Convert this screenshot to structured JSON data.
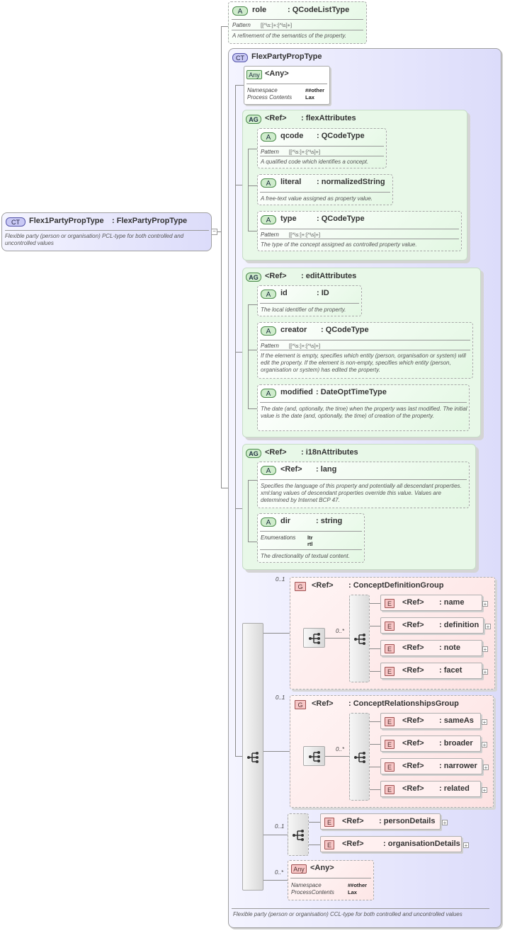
{
  "root": {
    "badge": "CT",
    "name": "Flex1PartyPropType",
    "type": ": FlexPartyPropType",
    "doc": "Flexible party (person or organisation) PCL-type for both controlled and uncontrolled values"
  },
  "role_attr": {
    "badge": "A",
    "name": "role",
    "type": ": QCodeListType",
    "pattern_label": "Pattern",
    "pattern": "[[^\\s:]+:[^\\s]+]",
    "doc": "A refinement of the semantics of the property."
  },
  "complex_type": {
    "badge": "CT",
    "name": "FlexPartyPropType",
    "doc": "Flexible party (person or organisation) CCL-type for both controlled and uncontrolled values"
  },
  "any_attr": {
    "badge": "Any",
    "name": "<Any>",
    "namespace_label": "Namespace",
    "namespace": "##other",
    "process_label": "Process Contents",
    "process": "Lax"
  },
  "flex_attributes": {
    "badge": "AG",
    "ref": "<Ref>",
    "name": ": flexAttributes",
    "qcode": {
      "badge": "A",
      "name": "qcode",
      "type": ": QCodeType",
      "pattern_label": "Pattern",
      "pattern": "[[^\\s:]+:[^\\s]+]",
      "doc": "A qualified code which identifies a concept."
    },
    "literal": {
      "badge": "A",
      "name": "literal",
      "type": ": normalizedString",
      "doc": "A free-text value assigned as property value."
    },
    "type": {
      "badge": "A",
      "name": "type",
      "type": ": QCodeType",
      "pattern_label": "Pattern",
      "pattern": "[[^\\s:]+:[^\\s]+]",
      "doc": "The type of the concept assigned as controlled property value."
    }
  },
  "edit_attributes": {
    "badge": "AG",
    "ref": "<Ref>",
    "name": ": editAttributes",
    "id": {
      "badge": "A",
      "name": "id",
      "type": ": ID",
      "doc": "The local identifier of the property."
    },
    "creator": {
      "badge": "A",
      "name": "creator",
      "type": ": QCodeType",
      "pattern_label": "Pattern",
      "pattern": "[[^\\s:]+:[^\\s]+]",
      "doc": "If the element is empty, specifies which entity (person, organisation or system) will edit the property. If the element is non-empty, specifies which entity (person, organisation or system) has edited the property."
    },
    "modified": {
      "badge": "A",
      "name": "modified",
      "type": ": DateOptTimeType",
      "doc": "The date (and, optionally, the time) when the property was last modified. The initial value is the date (and, optionally, the time) of creation of the property."
    }
  },
  "i18n_attributes": {
    "badge": "AG",
    "ref": "<Ref>",
    "name": ": i18nAttributes",
    "lang": {
      "badge": "A",
      "name": "<Ref>",
      "type": ": lang",
      "doc": "Specifies the language of this property and potentially all descendant properties. xml:lang values of descendant properties override this value. Values are determined by Internet BCP 47."
    },
    "dir": {
      "badge": "A",
      "name": "dir",
      "type": ": string",
      "enum_label": "Enumerations",
      "enum1": "ltr",
      "enum2": "rtl",
      "doc": "The directionality of textual content."
    }
  },
  "concept_definition_group": {
    "occurs": "0..1",
    "badge": "G",
    "ref": "<Ref>",
    "name": ": ConceptDefinitionGroup",
    "inner_occurs": "0..*",
    "elements": [
      {
        "badge": "E",
        "ref": "<Ref>",
        "name": ": name"
      },
      {
        "badge": "E",
        "ref": "<Ref>",
        "name": ": definition"
      },
      {
        "badge": "E",
        "ref": "<Ref>",
        "name": ": note"
      },
      {
        "badge": "E",
        "ref": "<Ref>",
        "name": ": facet"
      }
    ]
  },
  "concept_relationships_group": {
    "occurs": "0..1",
    "badge": "G",
    "ref": "<Ref>",
    "name": ": ConceptRelationshipsGroup",
    "inner_occurs": "0..*",
    "elements": [
      {
        "badge": "E",
        "ref": "<Ref>",
        "name": ": sameAs"
      },
      {
        "badge": "E",
        "ref": "<Ref>",
        "name": ": broader"
      },
      {
        "badge": "E",
        "ref": "<Ref>",
        "name": ": narrower"
      },
      {
        "badge": "E",
        "ref": "<Ref>",
        "name": ": related"
      }
    ]
  },
  "party_choice": {
    "occurs": "0..1",
    "elements": [
      {
        "badge": "E",
        "ref": "<Ref>",
        "name": ": personDetails"
      },
      {
        "badge": "E",
        "ref": "<Ref>",
        "name": ": organisationDetails"
      }
    ]
  },
  "any_element": {
    "occurs": "0..*",
    "badge": "Any",
    "name": "<Any>",
    "namespace_label": "Namespace",
    "namespace": "##other",
    "process_label": "ProcessContents",
    "process": "Lax"
  }
}
